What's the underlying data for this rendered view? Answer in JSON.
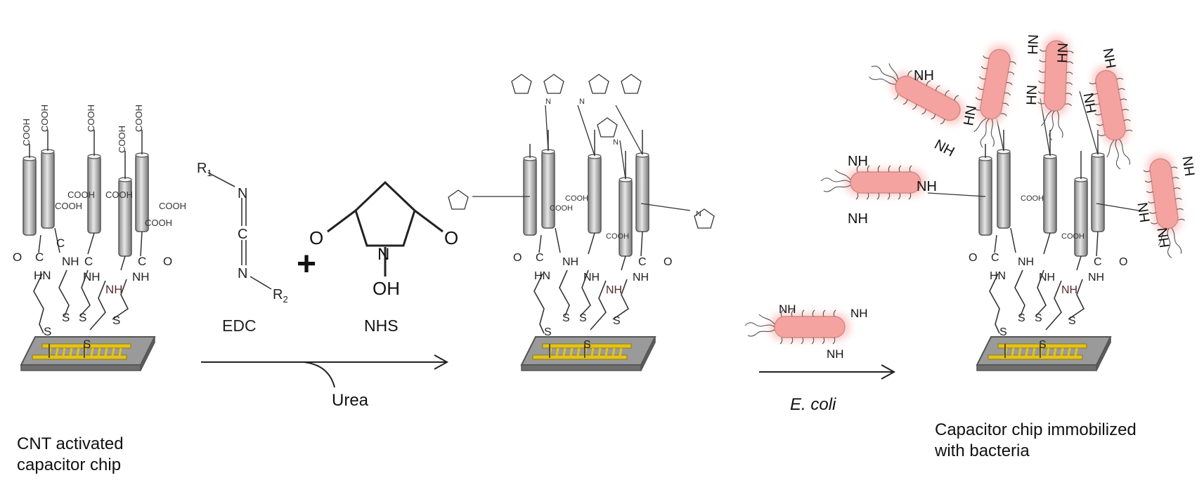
{
  "chip1_caption": "CNT activated\ncapacitor chip",
  "chip3_caption": "Capacitor chip immobilized\nwith bacteria",
  "reagents": {
    "edc_label": "EDC",
    "nhs_label": "NHS",
    "plus": "+",
    "r1": "R",
    "r1_sub": "1",
    "r2": "R",
    "r2_sub": "2",
    "n": "N",
    "c": "C",
    "o": "O",
    "oh": "OH"
  },
  "step1_label": "Urea",
  "step2_label": "E. coli",
  "chem": {
    "cooh": "COOH",
    "nh": "NH",
    "hn": "HN",
    "s": "S",
    "c_eq_o": "C=O",
    "o_eq_c": "O=C",
    "c": "C",
    "o": "O",
    "n": "N"
  },
  "colors": {
    "gold": "#e3c21c",
    "chip_gray": "#8c8c8c",
    "bacteria": "#f5a3a0",
    "bacteria_glow": "#fbd0cd",
    "tube": "#b8b8b8"
  },
  "icons": [
    "cnt-tube-icon",
    "capacitor-chip-icon",
    "bacterium-icon",
    "succinimide-ring-icon"
  ]
}
